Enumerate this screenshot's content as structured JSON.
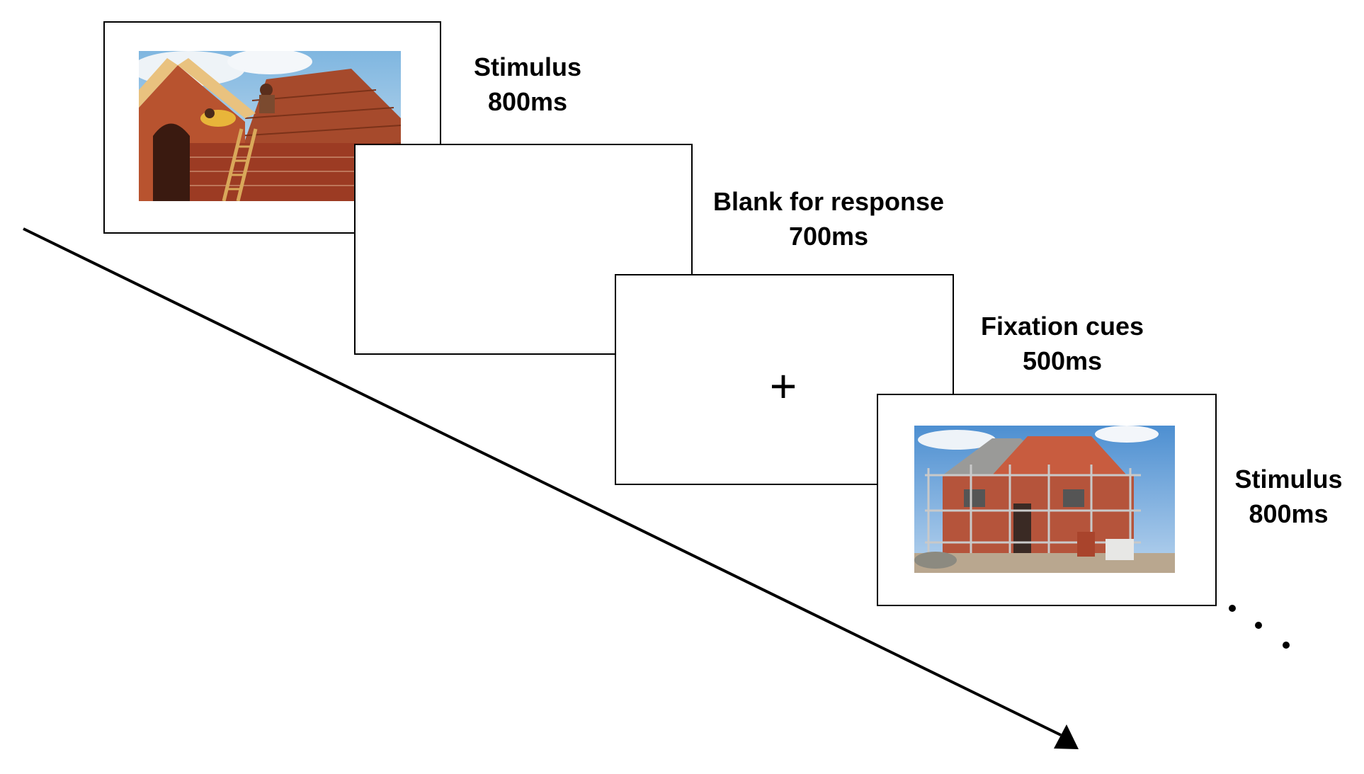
{
  "steps": [
    {
      "title": "Stimulus",
      "duration": "800ms",
      "image": "roof-construction-photo"
    },
    {
      "title": "Blank for response",
      "duration": "700ms"
    },
    {
      "title": "Fixation cues",
      "duration": "500ms",
      "symbol": "+"
    },
    {
      "title": "Stimulus",
      "duration": "800ms",
      "image": "house-scaffolding-photo"
    }
  ],
  "continuation": "…",
  "colors": {
    "line": "#000000",
    "frame_border": "#000000",
    "background": "#ffffff"
  }
}
